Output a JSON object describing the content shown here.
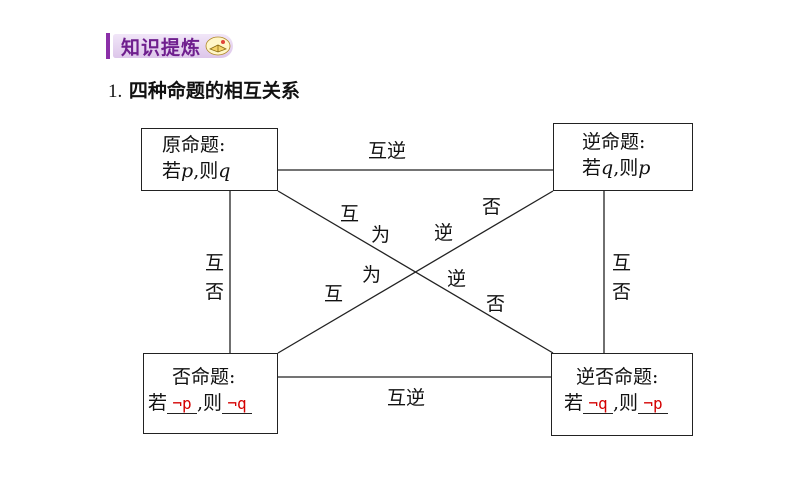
{
  "header": {
    "title": "知识提炼",
    "icon": "book-icon"
  },
  "section": {
    "number": "1.",
    "title": "四种命题的相互关系"
  },
  "boxes": {
    "original": {
      "line1": "原命题:",
      "pre": "若",
      "p": "p",
      "comma": ",则",
      "q": "q"
    },
    "converse": {
      "line1": "逆命题:",
      "pre": "若",
      "q": "q",
      "comma": ",则",
      "p": "p"
    },
    "inverse": {
      "line1": "否命题:",
      "pre": "若",
      "blank1": "¬p",
      "comma": ",则",
      "blank2": "¬q"
    },
    "contrapositive": {
      "line1": "逆否命题:",
      "pre": "若",
      "blank1": "¬q",
      "comma": ",则",
      "blank2": "¬p"
    }
  },
  "labels": {
    "top": "互逆",
    "bottom": "互逆",
    "left": [
      "互",
      "否"
    ],
    "right": [
      "互",
      "否"
    ],
    "diag1": [
      "互",
      "为",
      "逆",
      "否"
    ],
    "diag2": [
      "逆",
      "否",
      "为",
      "互"
    ]
  },
  "colors": {
    "accent": "#6f1f8e",
    "answer": "#d40000"
  }
}
